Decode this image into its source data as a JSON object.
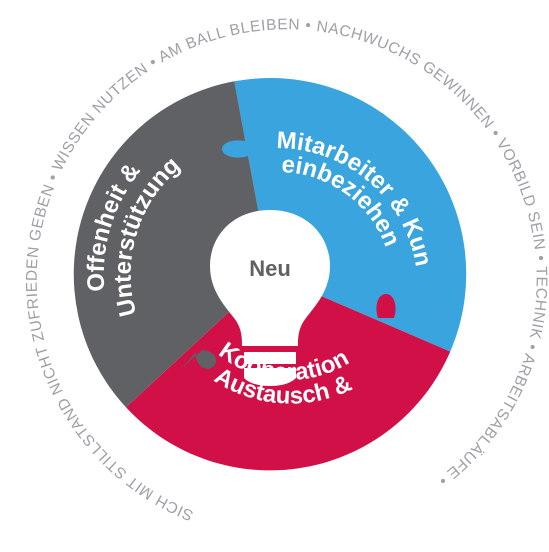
{
  "outer_ring_text": "SICH MIT STILLSTAND NICHT ZUFRIEDEN GEBEN • WISSEN NUTZEN • AM BALL BLEIBEN • NACHWUCHS GEWINNEN • VORBILD SEIN • TECHNIK • ARBEITSABLÄUFE •",
  "center_label": "Neu",
  "segments": {
    "blue": {
      "line1": "Mitarbeiter & Kunden",
      "line2": "einbeziehen",
      "color": "#39a4dd"
    },
    "red": {
      "line1": "Austausch &",
      "line2": "Kooperation",
      "color": "#d11047"
    },
    "gray": {
      "line1": "Offenheit &",
      "line2": "Unterstützung",
      "color": "#5f6164"
    }
  },
  "colors": {
    "ring_text": "#9ea0a3",
    "bulb": "#ffffff",
    "background": "#ffffff"
  }
}
